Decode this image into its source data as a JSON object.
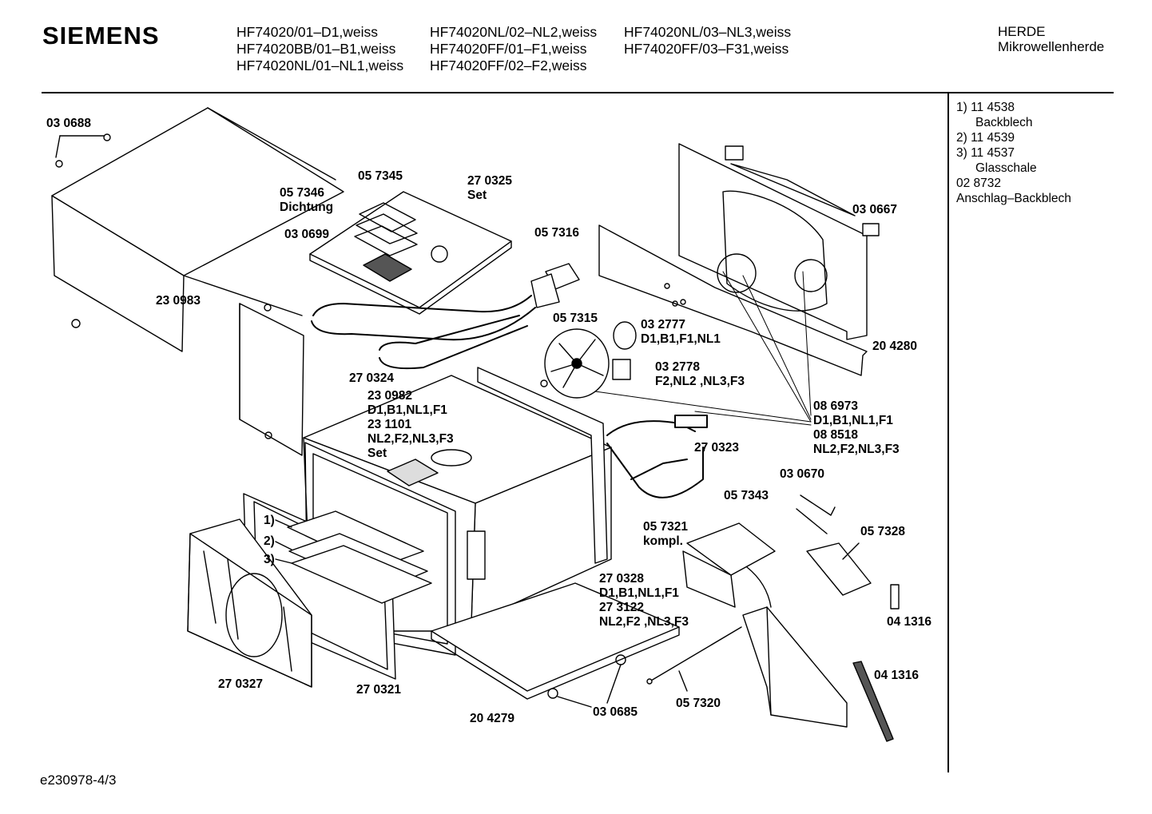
{
  "header": {
    "brand": "SIEMENS",
    "models_col1": [
      "HF74020/01–D1,weiss",
      "HF74020BB/01–B1,weiss",
      "HF74020NL/01–NL1,weiss"
    ],
    "models_col2": [
      "HF74020NL/02–NL2,weiss",
      "HF74020FF/01–F1,weiss",
      "HF74020FF/02–F2,weiss"
    ],
    "models_col3": [
      "HF74020NL/03–NL3,weiss",
      "HF74020FF/03–F31,weiss"
    ],
    "category_line1": "HERDE",
    "category_line2": "Mikrowellenherde"
  },
  "legend": [
    {
      "text": "1)  11 4538",
      "indent": false
    },
    {
      "text": "Backblech",
      "indent": true
    },
    {
      "text": "2)  11 4539",
      "indent": false
    },
    {
      "text": "3)  11 4537",
      "indent": false
    },
    {
      "text": "Glasschale",
      "indent": true
    },
    {
      "text": "02 8732",
      "indent": false
    },
    {
      "text": "Anschlag–Backblech",
      "indent": false
    }
  ],
  "footer": {
    "doc_id": "e230978-4/3"
  },
  "part_labels": [
    {
      "id": "p030688",
      "lines": [
        "03 0688"
      ]
    },
    {
      "id": "p057345",
      "lines": [
        "05 7345"
      ]
    },
    {
      "id": "p270325",
      "lines": [
        "27 0325",
        "Set"
      ]
    },
    {
      "id": "p057346",
      "lines": [
        "05 7346",
        "Dichtung"
      ]
    },
    {
      "id": "p030699",
      "lines": [
        "03 0699"
      ]
    },
    {
      "id": "p057316",
      "lines": [
        "05 7316"
      ]
    },
    {
      "id": "p230983",
      "lines": [
        "23 0983"
      ]
    },
    {
      "id": "p057315",
      "lines": [
        "05 7315"
      ]
    },
    {
      "id": "p032777",
      "lines": [
        "03 2777",
        "D1,B1,F1,NL1"
      ]
    },
    {
      "id": "p032778",
      "lines": [
        "03 2778",
        "F2,NL2 ,NL3,F3"
      ]
    },
    {
      "id": "p270324",
      "lines": [
        "27 0324"
      ]
    },
    {
      "id": "p230982",
      "lines": [
        "23 0982",
        "D1,B1,NL1,F1",
        "23 1101",
        "NL2,F2,NL3,F3",
        "Set"
      ]
    },
    {
      "id": "p030667",
      "lines": [
        "03 0667"
      ]
    },
    {
      "id": "p204280",
      "lines": [
        "20 4280"
      ]
    },
    {
      "id": "p086973",
      "lines": [
        "08 6973",
        "D1,B1,NL1,F1",
        "08 8518",
        "NL2,F2,NL3,F3"
      ]
    },
    {
      "id": "p270323",
      "lines": [
        "27 0323"
      ]
    },
    {
      "id": "p030670",
      "lines": [
        "03 0670"
      ]
    },
    {
      "id": "p057343",
      "lines": [
        "05 7343"
      ]
    },
    {
      "id": "p057321",
      "lines": [
        "05 7321",
        "kompl."
      ]
    },
    {
      "id": "p057328",
      "lines": [
        "05 7328"
      ]
    },
    {
      "id": "p041316a",
      "lines": [
        "04 1316"
      ]
    },
    {
      "id": "p041316b",
      "lines": [
        "04 1316"
      ]
    },
    {
      "id": "p270328",
      "lines": [
        "27 0328",
        "D1,B1,NL1,F1",
        "27 3122",
        "NL2,F2 ,NL3,F3"
      ]
    },
    {
      "id": "p1",
      "lines": [
        "1)"
      ]
    },
    {
      "id": "p2",
      "lines": [
        "2)"
      ]
    },
    {
      "id": "p3",
      "lines": [
        "3)"
      ]
    },
    {
      "id": "p270327",
      "lines": [
        "27 0327"
      ]
    },
    {
      "id": "p270321",
      "lines": [
        "27 0321"
      ]
    },
    {
      "id": "p204279",
      "lines": [
        "20 4279"
      ]
    },
    {
      "id": "p030685",
      "lines": [
        "03 0685"
      ]
    },
    {
      "id": "p057320",
      "lines": [
        "05 7320"
      ]
    }
  ]
}
